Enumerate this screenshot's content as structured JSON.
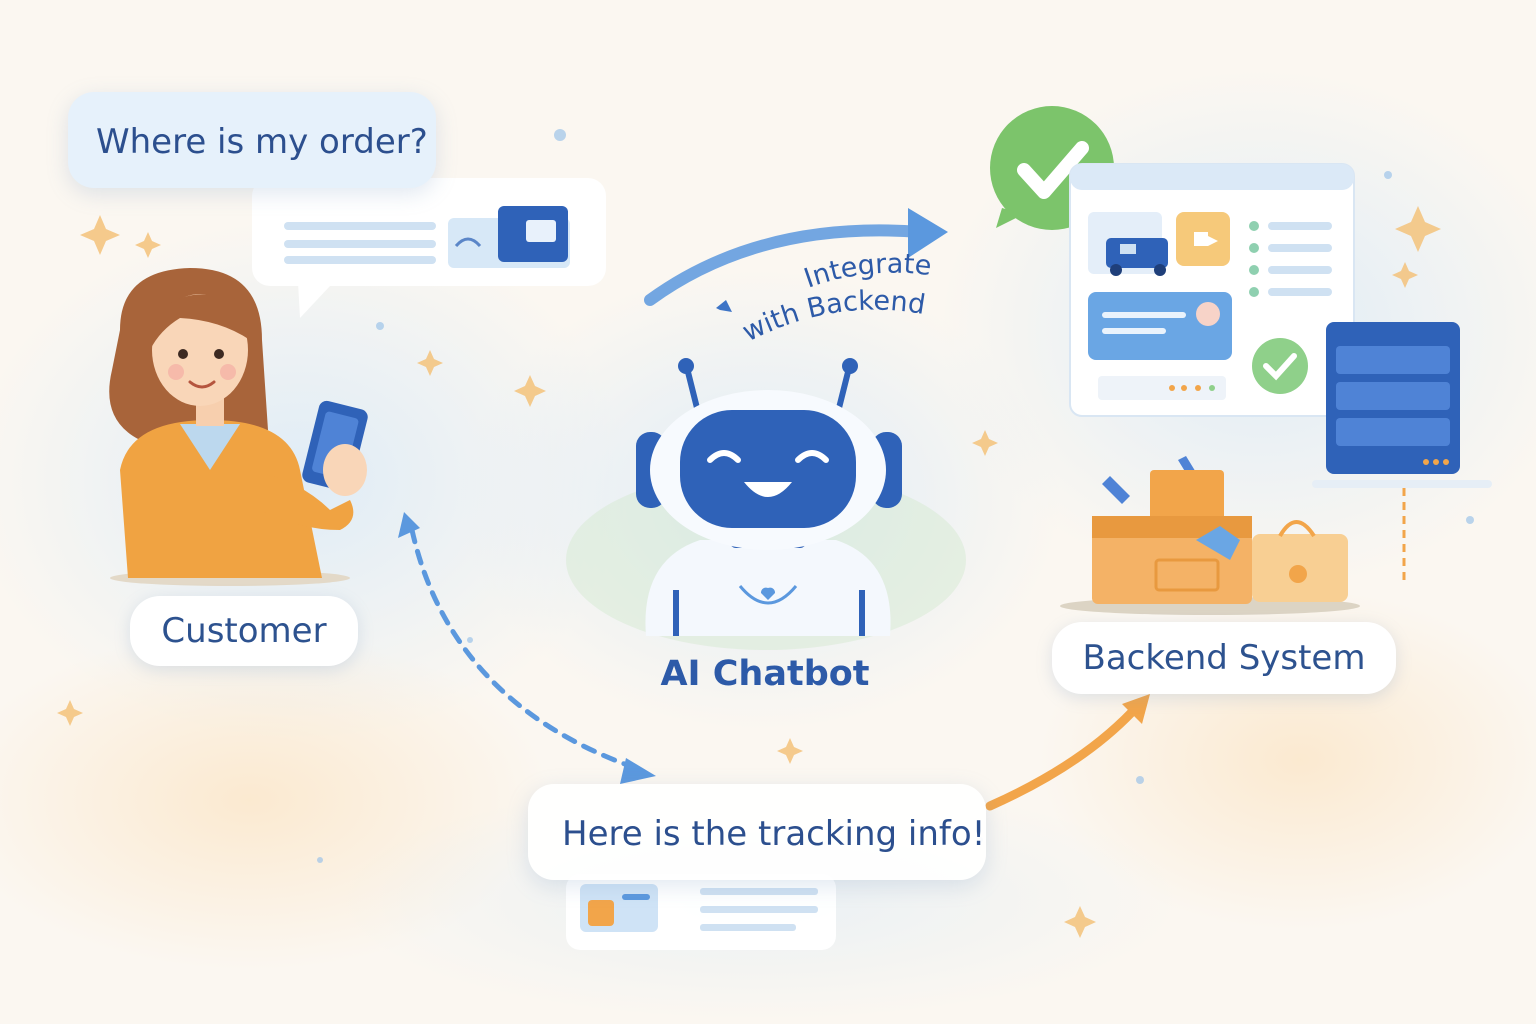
{
  "customer_message": "Where is my order?",
  "bot_reply": "Here is the tracking info!",
  "integrate_label": {
    "line1": "Integrate",
    "line2": "with Backend"
  },
  "nodes": {
    "customer": "Customer",
    "chatbot": "AI Chatbot",
    "backend": "Backend System"
  },
  "icons": [
    "customer-illustration",
    "phone-icon",
    "robot-icon",
    "check-icon",
    "truck-icon",
    "server-icon",
    "toolbox-icon",
    "tracking-card-icon"
  ],
  "colors": {
    "background": "#fbf7f1",
    "primary_blue": "#2d5aa8",
    "text_blue": "#2c4f8e",
    "success_green": "#7cc46b",
    "orange_accent": "#f2a54a"
  }
}
